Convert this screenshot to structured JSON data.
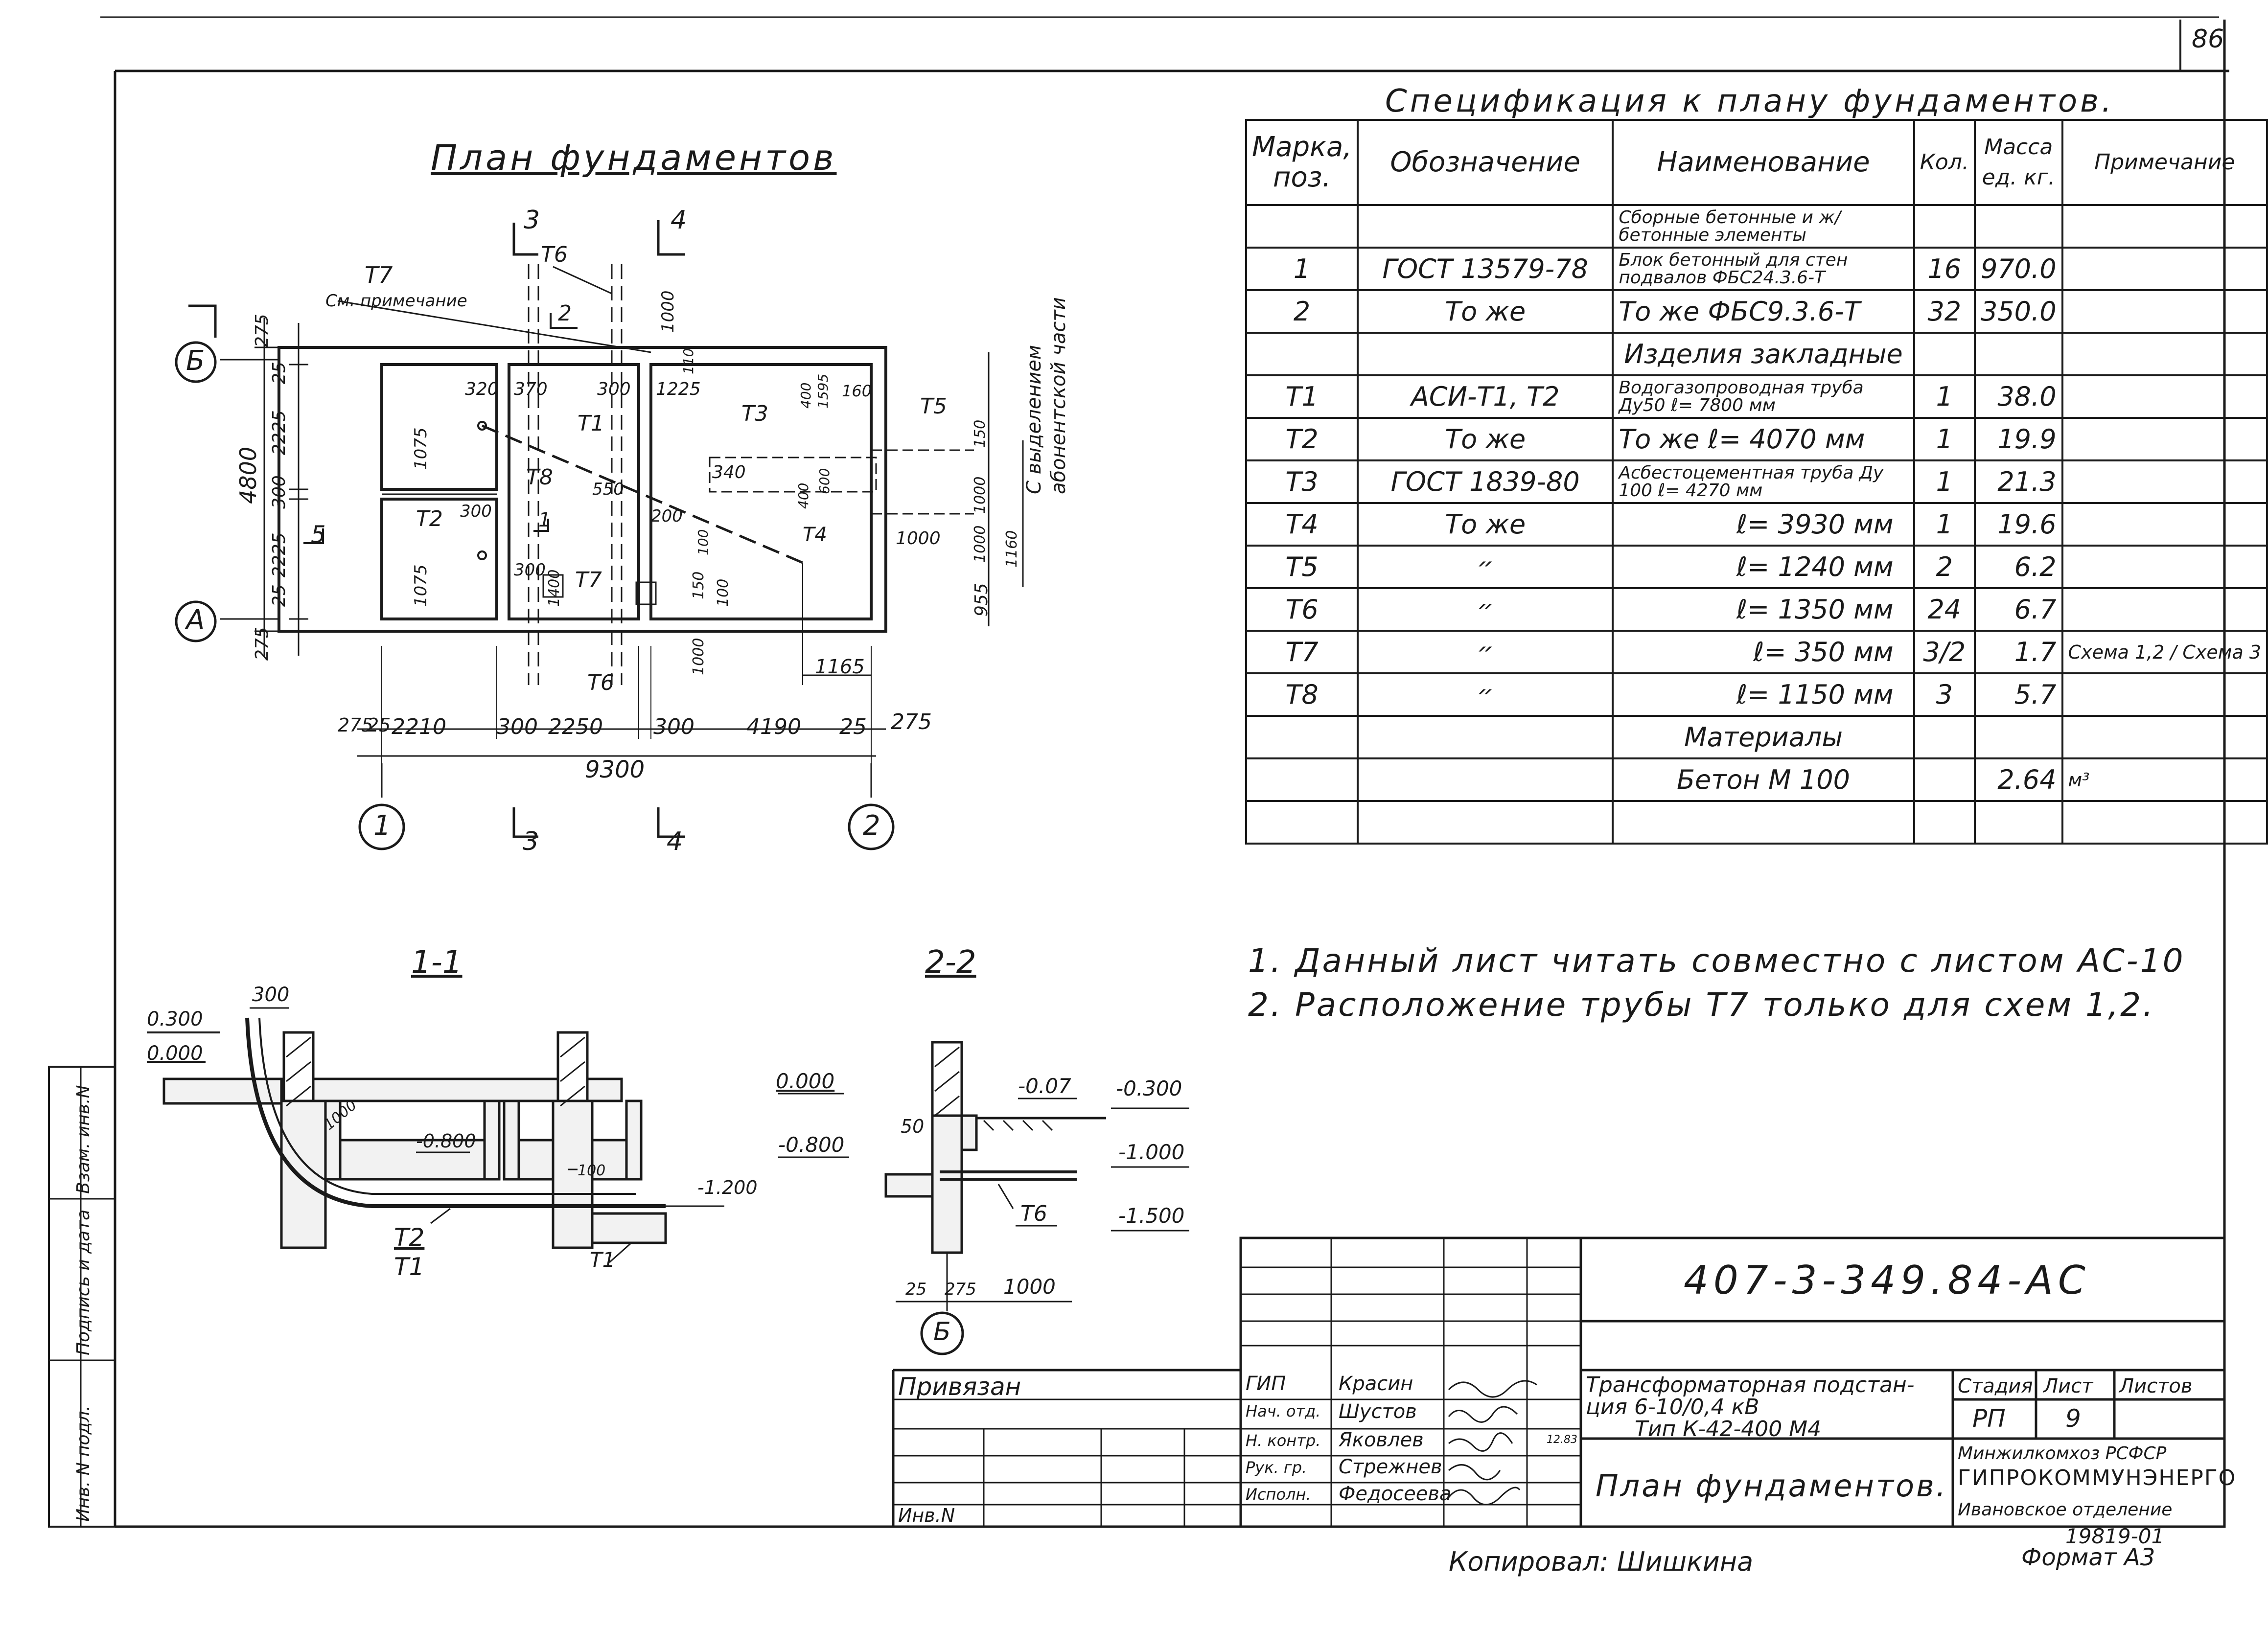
{
  "sheet_number": "86",
  "plan": {
    "title": "План фундаментов",
    "axis_a": "А",
    "axis_b": "Б",
    "axis_1": "1",
    "axis_2": "2",
    "cut_3": "3",
    "cut_4": "4",
    "cut_2": "2",
    "cut_5": "5",
    "cut_1": "1",
    "labels": {
      "t7_note_1": "Т7",
      "t7_note_2": "См. примечание",
      "t6_top": "Т6",
      "t6_bottom": "Т6",
      "t1": "Т1",
      "t2": "Т2",
      "t3": "Т3",
      "t4": "Т4",
      "t5": "Т5",
      "t7": "Т7",
      "t8": "Т8",
      "side_note_1": "С выделением",
      "side_note_2": "абонентской части"
    },
    "dims": {
      "overall_width": "9300",
      "overall_height": "4800",
      "bottom_275a": "275",
      "bottom_25a": "25",
      "bottom_2210": "2210",
      "bottom_300a": "300",
      "bottom_2250": "2250",
      "bottom_300b": "300",
      "bottom_4190": "4190",
      "bottom_25b": "25",
      "bottom_275b": "275",
      "left_275a": "275",
      "left_25a": "25",
      "left_2225": "2225",
      "left_300": "300",
      "left_2225b": "2225",
      "left_25b": "25",
      "left_275b": "275",
      "d_1000_top": "1000",
      "d_110": "110",
      "d_320": "320",
      "d_370": "370",
      "d_300a": "300",
      "d_1225": "1225",
      "d_1075a": "1075",
      "d_1075b": "1075",
      "d_300b": "300",
      "d_550": "550",
      "d_200": "200",
      "d_300c": "300",
      "d_1400": "1400",
      "d_150": "150",
      "d_100": "100",
      "d_1000_low": "1000",
      "d_400a": "400",
      "d_1595": "1595",
      "d_160": "160",
      "d_340": "340",
      "d_400b": "400",
      "d_600": "600",
      "d_1000_mid": "1000",
      "d_150b": "150",
      "d_1000_r": "1000",
      "d_1000_r2": "1000",
      "d_1160": "1160",
      "d_955": "955",
      "d_1165": "1165",
      "d_100b": "100"
    }
  },
  "section_1": {
    "title": "1-1",
    "mark_0300": "0.300",
    "mark_0000": "0.000",
    "mark_0800": "-0.800",
    "mark_1200": "-1.200",
    "d_300": "300",
    "d_1000": "1000",
    "d_100": "100",
    "t2": "Т2",
    "t1": "Т1",
    "t1b": "Т1"
  },
  "section_2": {
    "title": "2-2",
    "mark_0000": "0.000",
    "mark_007": "-0.07",
    "mark_0300": "-0.300",
    "mark_0800": "-0.800",
    "mark_1000": "-1.000",
    "mark_1500": "-1.500",
    "d_50": "50",
    "d_25": "25",
    "d_275": "275",
    "d_1000": "1000",
    "t6": "Т6",
    "axis_b": "Б"
  },
  "spec": {
    "title": "Спецификация к плану фундаментов.",
    "headers": {
      "mark": "Марка, поз.",
      "designation": "Обозначение",
      "name": "Наименование",
      "qty": "Кол.",
      "mass": "Масса ед. кг.",
      "note": "Примечание"
    },
    "rows": [
      {
        "mark": "",
        "designation": "",
        "name": "Сборные бетонные и ж/ бетонные элементы",
        "qty": "",
        "mass": "",
        "note": ""
      },
      {
        "mark": "1",
        "designation": "ГОСТ 13579-78",
        "name": "Блок бетонный для стен подвалов ФБС24.3.6-Т",
        "qty": "16",
        "mass": "970.0",
        "note": ""
      },
      {
        "mark": "2",
        "designation": "То же",
        "name": "То же ФБС9.3.6-Т",
        "qty": "32",
        "mass": "350.0",
        "note": ""
      },
      {
        "mark": "",
        "designation": "",
        "name": "Изделия закладные",
        "qty": "",
        "mass": "",
        "note": ""
      },
      {
        "mark": "Т1",
        "designation": "АСИ-Т1, Т2",
        "name": "Водогазопроводная труба Ду50 ℓ= 7800 мм",
        "qty": "1",
        "mass": "38.0",
        "note": ""
      },
      {
        "mark": "Т2",
        "designation": "То же",
        "name": "То же ℓ= 4070 мм",
        "qty": "1",
        "mass": "19.9",
        "note": ""
      },
      {
        "mark": "Т3",
        "designation": "ГОСТ 1839-80",
        "name": "Асбестоцементная труба Ду 100 ℓ= 4270 мм",
        "qty": "1",
        "mass": "21.3",
        "note": ""
      },
      {
        "mark": "Т4",
        "designation": "То же",
        "name": "ℓ= 3930 мм",
        "qty": "1",
        "mass": "19.6",
        "note": ""
      },
      {
        "mark": "Т5",
        "designation": "״",
        "name": "ℓ= 1240 мм",
        "qty": "2",
        "mass": "6.2",
        "note": ""
      },
      {
        "mark": "Т6",
        "designation": "״",
        "name": "ℓ= 1350 мм",
        "qty": "24",
        "mass": "6.7",
        "note": ""
      },
      {
        "mark": "Т7",
        "designation": "״",
        "name": "ℓ= 350 мм",
        "qty": "3/2",
        "mass": "1.7",
        "note": "Схема 1,2 / Схема 3"
      },
      {
        "mark": "Т8",
        "designation": "״",
        "name": "ℓ= 1150 мм",
        "qty": "3",
        "mass": "5.7",
        "note": ""
      },
      {
        "mark": "",
        "designation": "",
        "name": "Материалы",
        "qty": "",
        "mass": "",
        "note": ""
      },
      {
        "mark": "",
        "designation": "",
        "name": "Бетон М 100",
        "qty": "",
        "mass": "2.64",
        "note": "м³"
      },
      {
        "mark": "",
        "designation": "",
        "name": "",
        "qty": "",
        "mass": "",
        "note": ""
      }
    ]
  },
  "notes": [
    "1. Данный лист читать совместно с листом АС-10",
    "2. Расположение трубы Т7 только для схем 1,2."
  ],
  "title_block": {
    "code": "407-3-349.84-АС",
    "privyazan": "Привязан",
    "inv": "Инв.N",
    "roles": [
      "ГИП",
      "Нач. отд.",
      "Н. контр.",
      "Рук. гр.",
      "Исполн."
    ],
    "names": [
      "Красин",
      "Шустов",
      "Яковлев",
      "Стрежнев",
      "Федосеева"
    ],
    "date": "12.83",
    "project_line1": "Трансформаторная подстан-",
    "project_line2": "ция 6-10/0,4 кВ",
    "project_line3": "Тип К-42-400 М4",
    "sheet_title": "План фундаментов.",
    "stage_label": "Стадия",
    "sheet_label": "Лист",
    "sheets_label": "Листов",
    "stage": "РП",
    "sheet": "9",
    "org1": "Минжилкомхоз РСФСР",
    "org2": "ГИПРОКОММУНЭНЕРГО",
    "org3": "Ивановское отделение",
    "number": "19819-01",
    "format": "Формат А3",
    "copied": "Копировал: Шишкина"
  },
  "side_stamp": {
    "c1": "Взам. инв.N",
    "c2": "Подпись и дата",
    "c3": "Инв. N подл."
  }
}
